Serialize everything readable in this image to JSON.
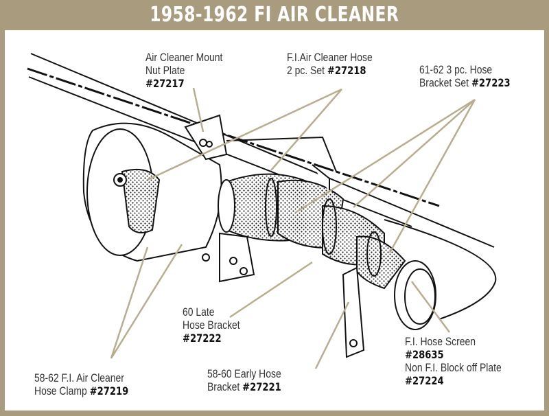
{
  "title": "1958-1962 FI AIR CLEANER",
  "colors": {
    "header": "#a99c7e",
    "leader": "#b8ad8e",
    "ink": "#111111"
  },
  "labels": {
    "mount_nut_plate": {
      "line1": "Air Cleaner Mount",
      "line2": "Nut Plate",
      "part": "#27217"
    },
    "hose_set": {
      "line1": "F.I.Air Cleaner Hose",
      "line2": "2 pc. Set",
      "part": "#27218"
    },
    "bracket_set": {
      "line1": "61-62 3 pc. Hose",
      "line2": "Bracket Set",
      "part": "#27223"
    },
    "late_bracket": {
      "line1": "60 Late",
      "line2": "Hose Bracket",
      "part": "#27222"
    },
    "hose_clamp": {
      "line1": "58-62 F.I. Air Cleaner",
      "line2": "Hose Clamp",
      "part": "#27219"
    },
    "early_bracket": {
      "line1": "58-60 Early Hose",
      "line2": "Bracket",
      "part": "#27221"
    },
    "hose_screen": {
      "line1": "F.I. Hose Screen",
      "part": "#28635",
      "line2": "Non F.I. Block off Plate",
      "part2": "#27224"
    }
  }
}
